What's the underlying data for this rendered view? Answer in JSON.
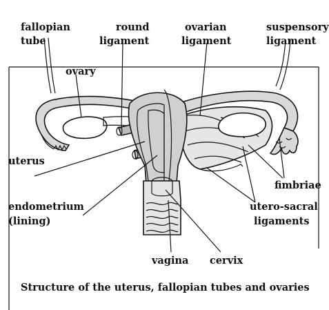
{
  "labels": {
    "fallopian_tube": [
      "fallopian",
      "tube"
    ],
    "round_ligament": [
      "round",
      "ligament"
    ],
    "ovarian_ligament": [
      "ovarian",
      "ligament"
    ],
    "suspensory_ligament": [
      "suspensory",
      "ligament"
    ],
    "ovary": "ovary",
    "uterus": "uterus",
    "endometrium": [
      "endometrium",
      "(lining)"
    ],
    "fimbriae": "fimbriae",
    "utero_sacral": [
      "utero-sacral",
      "ligaments"
    ],
    "vagina": "vagina",
    "cervix": "cervix"
  },
  "caption": "Structure of the uterus, fallopian tubes and ovaries",
  "colors": {
    "tissue_light": "#d9d9d9",
    "tissue_mid": "#b3b3b3",
    "tissue_dark": "#8c8c8c",
    "outline": "#111111"
  }
}
